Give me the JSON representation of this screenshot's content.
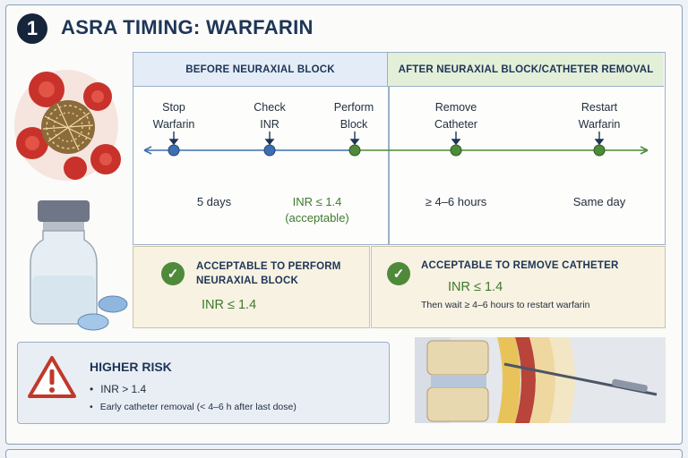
{
  "header": {
    "number": "1",
    "title": "ASRA TIMING: WARFARIN"
  },
  "timeline": {
    "before_header": "BEFORE NEURAXIAL BLOCK",
    "after_header": "AFTER NEURAXIAL BLOCK/CATHETER REMOVAL",
    "events": [
      {
        "line1": "Stop",
        "line2": "Warfarin"
      },
      {
        "line1": "Check",
        "line2": "INR"
      },
      {
        "line1": "Perform",
        "line2": "Block"
      },
      {
        "line1": "Remove",
        "line2": "Catheter"
      },
      {
        "line1": "Restart",
        "line2": "Warfarin"
      }
    ],
    "intervals": {
      "stop_to_check": "5 days",
      "inr_target": "INR ≤ 1.4",
      "inr_note": "(acceptable)",
      "removal_wait": "≥ 4–6 hours",
      "restart": "Same day"
    }
  },
  "panels": {
    "left": {
      "head_line1": "ACCEPTABLE  TO PERFORM",
      "head_line2": "NEURAXIAL BLOCK",
      "inr": "INR ≤ 1.4"
    },
    "right": {
      "head": "ACCEPTABLE  TO  REMOVE CATHETER",
      "inr": "INR ≤ 1.4",
      "note": "Then wait ≥ 4–6 hours to restart warfarin"
    }
  },
  "risk": {
    "title": "HIGHER RISK",
    "items": [
      "INR > 1.4",
      "Early catheter removal (< 4–6 h after last dose)"
    ]
  },
  "colors": {
    "navy": "#1d3557",
    "blue_marker": "#3f6fb0",
    "green_marker": "#4e8a3a",
    "warning_red": "#c0392b"
  }
}
